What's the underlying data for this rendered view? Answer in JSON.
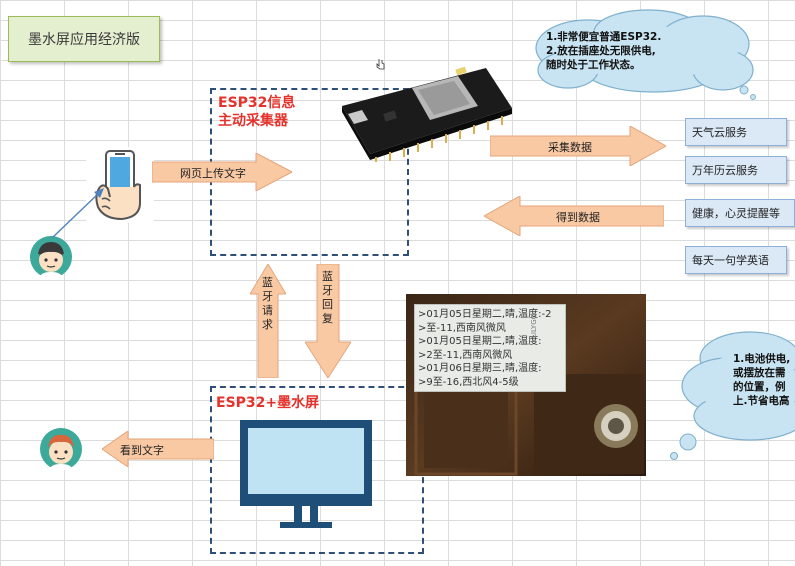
{
  "title": "墨水屏应用经济版",
  "collector": {
    "line1": "ESP32信息",
    "line2": "主动采集器"
  },
  "display_box": {
    "label": "ESP32+墨水屏"
  },
  "arrows": {
    "upload_text": "网页上传文字",
    "collect_data": "采集数据",
    "get_data": "得到数据",
    "bt_request": "蓝牙请求",
    "bt_reply": "蓝牙回复",
    "see_text": "看到文字"
  },
  "services": [
    "天气云服务",
    "万年历云服务",
    "健康，心灵提醒等",
    "每天一句学英语"
  ],
  "cloud_top": {
    "line1": "1.非常便宜普通ESP32.",
    "line2": "2.放在插座处无限供电,",
    "line3": "随时处于工作状态。"
  },
  "cloud_right": {
    "line1": "1.电池供电,",
    "line2": "或摆放在需",
    "line3": "的位置，例",
    "line4": "上.节省电高"
  },
  "epaper_lines": [
    ">01月05日星期二,晴,温度:-2",
    ">至-11,西南风微风",
    ">01月05日星期二,晴,温度:",
    ">2至-11,西南风微风",
    ">01月06日星期三,晴,温度:",
    ">9至-16,西北风4-5级"
  ],
  "epaper_brand": "LILYGO",
  "colors": {
    "arrow": "#f9c9a4",
    "dashed": "#2f4f79",
    "red": "#e4332c",
    "cloud": "#c8e3f1"
  }
}
